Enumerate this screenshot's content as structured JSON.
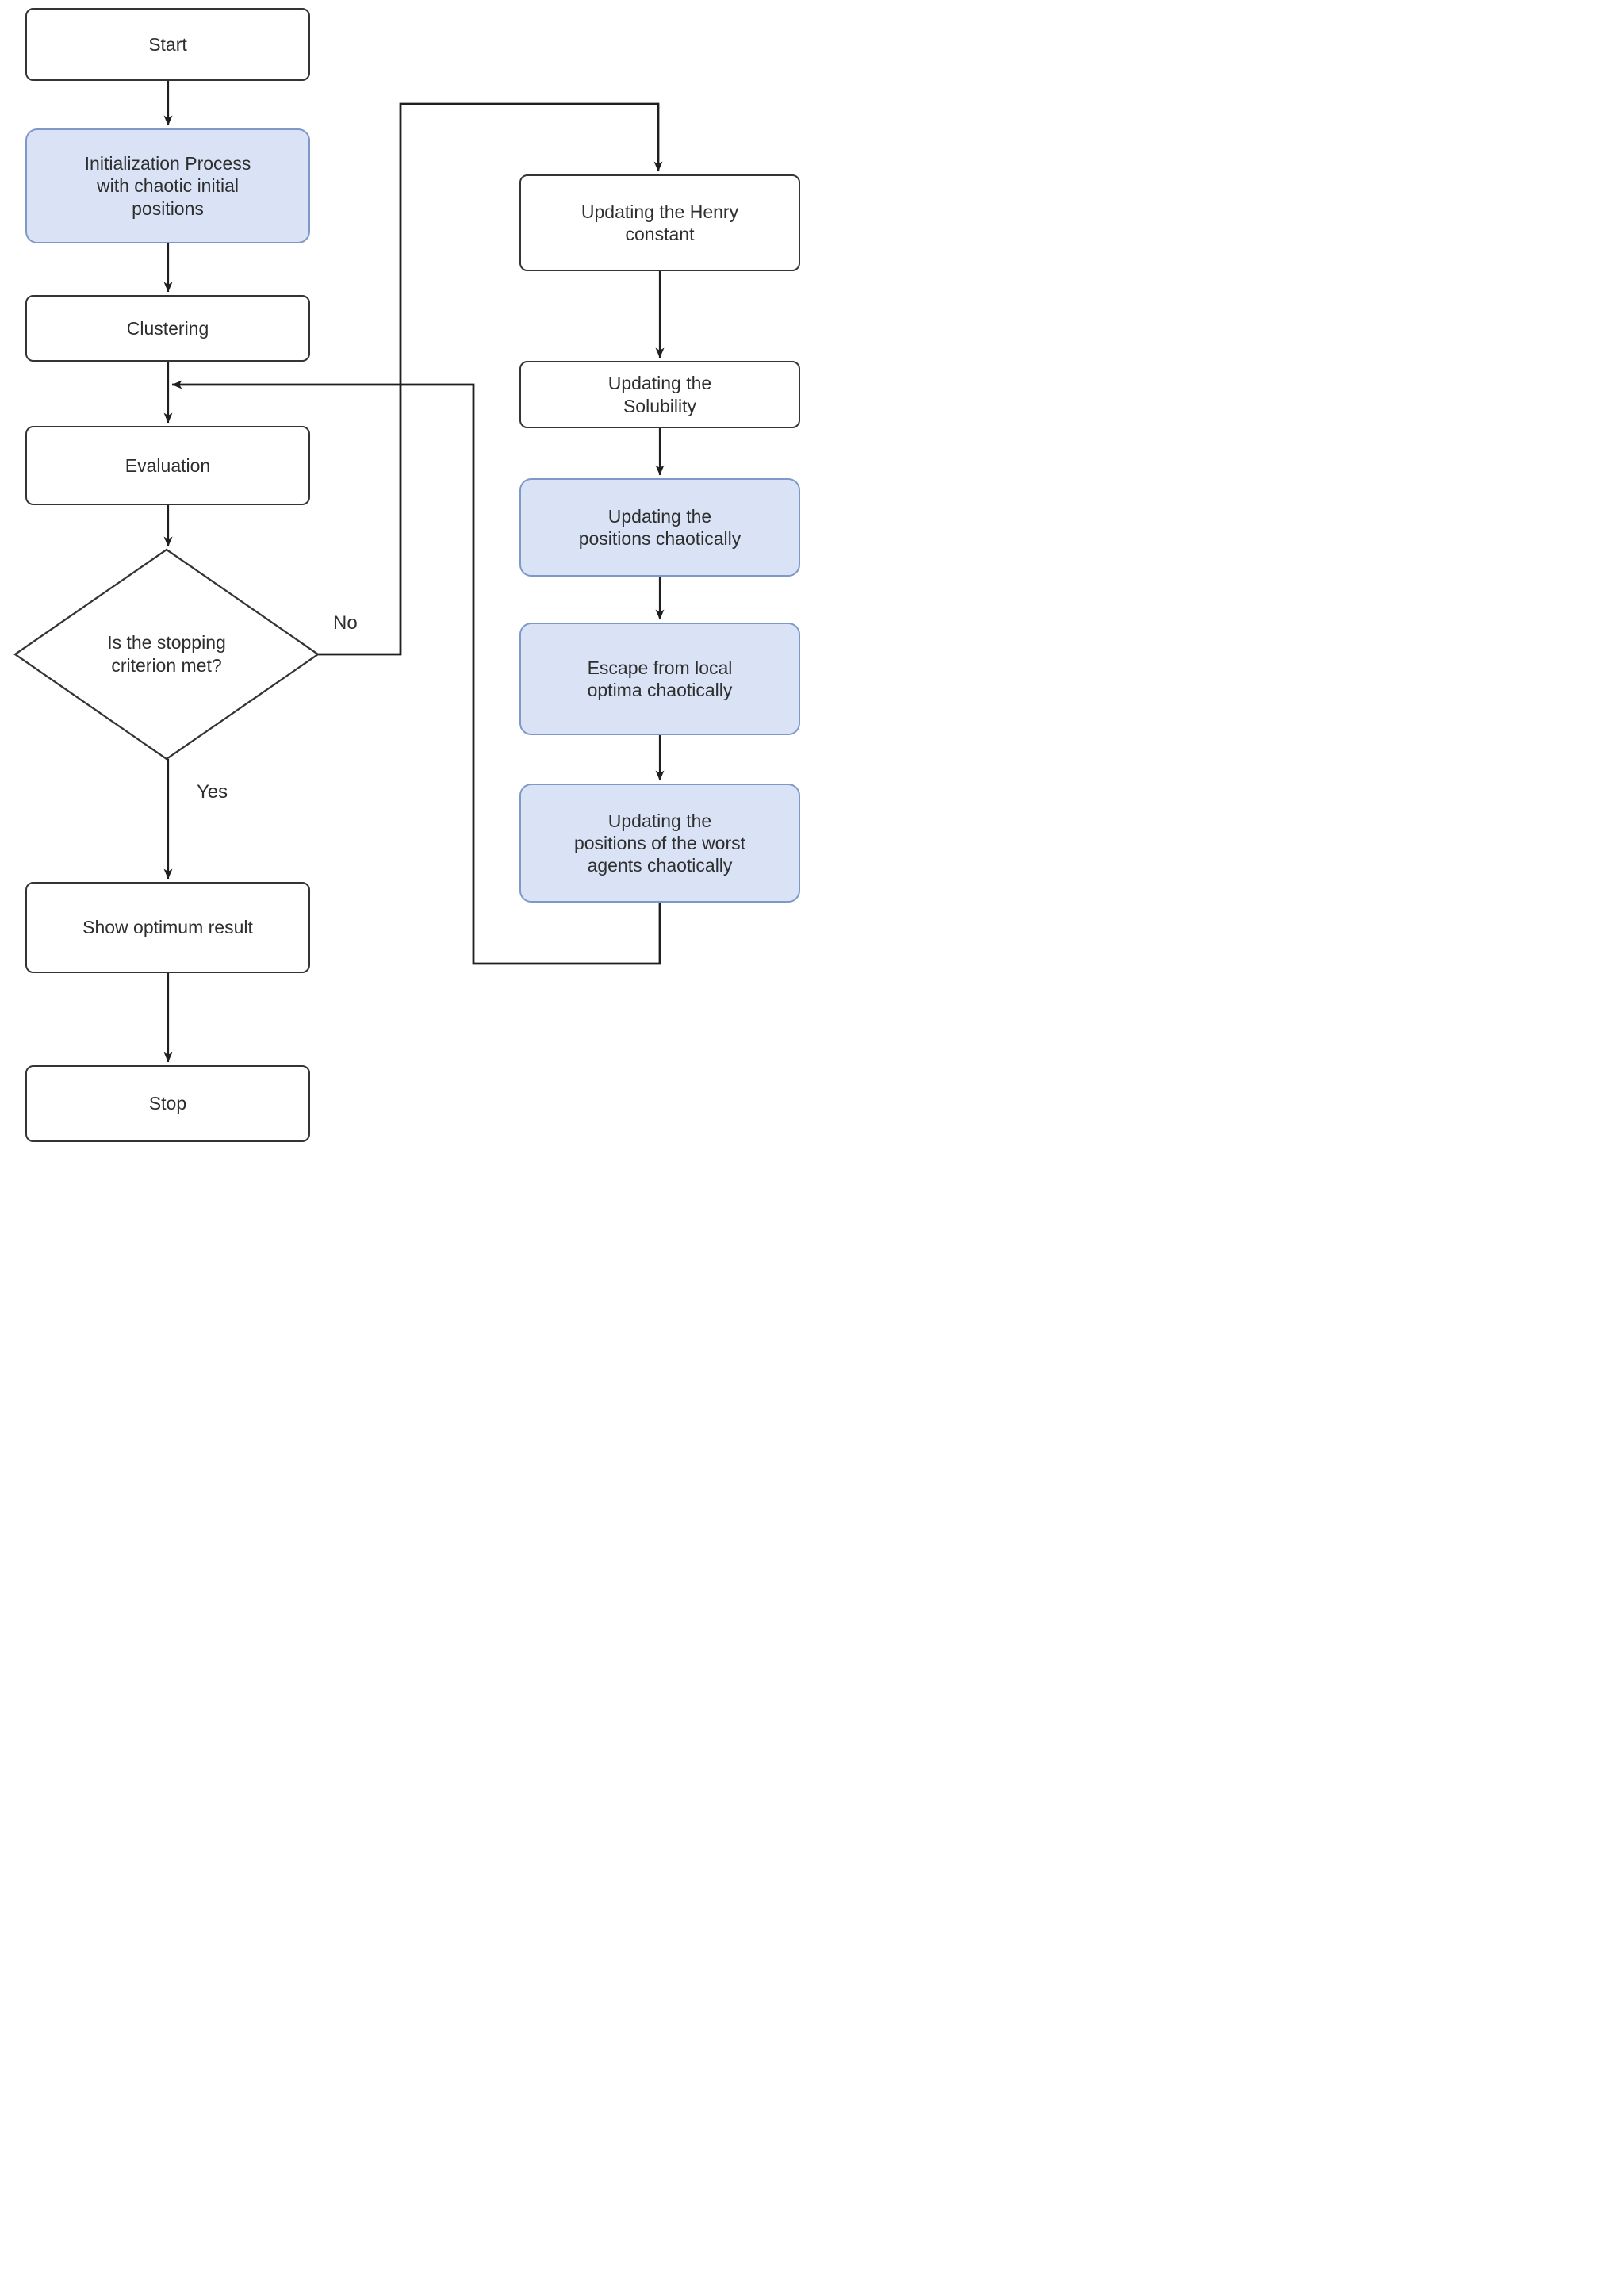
{
  "diagram": {
    "type": "flowchart",
    "nodes": [
      {
        "id": "start",
        "label": "Start",
        "shape": "rounded-rect",
        "fill": "white"
      },
      {
        "id": "init",
        "label": "Initialization Process\nwith chaotic initial\npositions",
        "shape": "rounded-rect",
        "fill": "blue"
      },
      {
        "id": "clustering",
        "label": "Clustering",
        "shape": "rounded-rect",
        "fill": "white"
      },
      {
        "id": "evaluation",
        "label": "Evaluation",
        "shape": "rounded-rect",
        "fill": "white"
      },
      {
        "id": "decision",
        "label": "Is the stopping\ncriterion met?",
        "shape": "diamond",
        "fill": "white"
      },
      {
        "id": "show-result",
        "label": "Show optimum result",
        "shape": "rounded-rect",
        "fill": "white"
      },
      {
        "id": "stop",
        "label": "Stop",
        "shape": "rounded-rect",
        "fill": "white"
      },
      {
        "id": "update-henry",
        "label": "Updating the Henry\nconstant",
        "shape": "rounded-rect",
        "fill": "white"
      },
      {
        "id": "update-solubility",
        "label": "Updating the\nSolubility",
        "shape": "rounded-rect",
        "fill": "white"
      },
      {
        "id": "update-positions",
        "label": "Updating the\npositions chaotically",
        "shape": "rounded-rect",
        "fill": "blue"
      },
      {
        "id": "escape-local",
        "label": "Escape from local\noptima chaotically",
        "shape": "rounded-rect",
        "fill": "blue"
      },
      {
        "id": "update-worst",
        "label": "Updating the\npositions of the worst\nagents chaotically",
        "shape": "rounded-rect",
        "fill": "blue"
      }
    ],
    "edges": [
      {
        "from": "start",
        "to": "init",
        "label": ""
      },
      {
        "from": "init",
        "to": "clustering",
        "label": ""
      },
      {
        "from": "clustering",
        "to": "evaluation",
        "label": ""
      },
      {
        "from": "evaluation",
        "to": "decision",
        "label": ""
      },
      {
        "from": "decision",
        "to": "update-henry",
        "label": "No"
      },
      {
        "from": "decision",
        "to": "show-result",
        "label": "Yes"
      },
      {
        "from": "show-result",
        "to": "stop",
        "label": ""
      },
      {
        "from": "update-henry",
        "to": "update-solubility",
        "label": ""
      },
      {
        "from": "update-solubility",
        "to": "update-positions",
        "label": ""
      },
      {
        "from": "update-positions",
        "to": "escape-local",
        "label": ""
      },
      {
        "from": "escape-local",
        "to": "update-worst",
        "label": ""
      },
      {
        "from": "update-worst",
        "to": "clustering-evaluation-junction",
        "label": ""
      }
    ],
    "edge_labels": {
      "no": "No",
      "yes": "Yes"
    },
    "colors": {
      "node_fill_white": "#ffffff",
      "node_fill_blue": "#d9e3f5",
      "node_border_dark": "#343434",
      "node_border_blue": "#7e99c8",
      "line": "#1f1f1f",
      "text": "#2e2e2e"
    }
  }
}
